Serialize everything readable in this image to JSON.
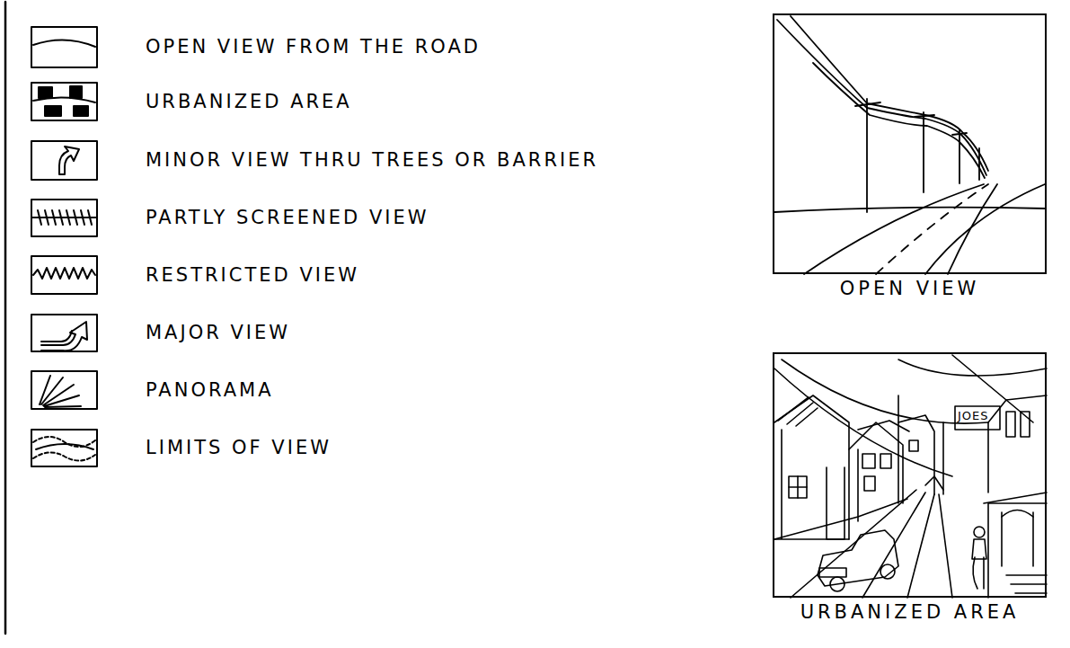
{
  "diagram": {
    "nodes": [
      {
        "text": [
          "OPEN VIEW"
        ]
      },
      {
        "text": [
          "URBANIZED AREA"
        ]
      }
    ],
    "labels": [
      "JOES"
    ],
    "legend": [
      {
        "text": "OPEN VIEW FROM THE ROAD"
      },
      {
        "text": "URBANIZED AREA"
      },
      {
        "text": "MINOR VIEW THRU TREES OR BARRIER"
      },
      {
        "text": "PARTLY SCREENED VIEW"
      },
      {
        "text": "RESTRICTED VIEW"
      },
      {
        "text": "MAJOR VIEW"
      },
      {
        "text": "PANORAMA"
      },
      {
        "text": "LIMITS OF VIEW"
      }
    ]
  }
}
